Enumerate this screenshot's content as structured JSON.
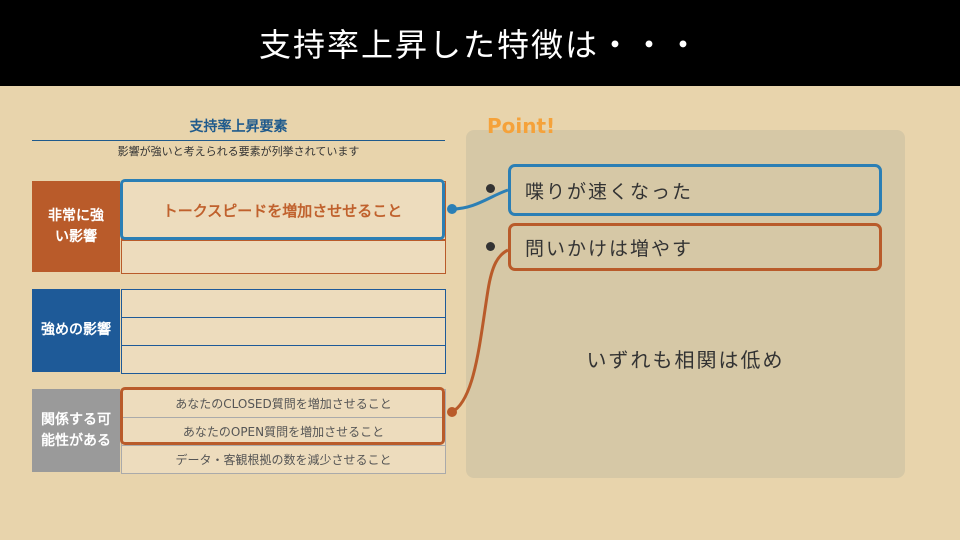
{
  "title": "支持率上昇した特徴は・・・",
  "table": {
    "title": "支持率上昇要素",
    "subtitle": "影響が強いと考えられる要素が列挙されています",
    "categories": [
      {
        "label": "非常に強い影響"
      },
      {
        "label": "強めの影響"
      },
      {
        "label": "関係する可能性がある"
      }
    ],
    "rows": {
      "strong": [
        "トークスピードを増加させせること",
        ""
      ],
      "medium": [
        "",
        "",
        ""
      ],
      "possible": [
        "あなたのCLOSED質問を増加させること",
        "あなたのOPEN質問を増加させること",
        "データ・客観根拠の数を減少させること"
      ]
    }
  },
  "point": {
    "label": "Point!",
    "items": [
      "喋りが速くなった",
      "問いかけは増やす"
    ],
    "conclusion": "いずれも相関は低め"
  },
  "colors": {
    "background": "#e8d4ac",
    "orange": "#b95b2a",
    "blue": "#1e5a98",
    "gray": "#9a9a9a",
    "highlight_blue": "#2b7fb5",
    "point_orange": "#f5a23a"
  }
}
